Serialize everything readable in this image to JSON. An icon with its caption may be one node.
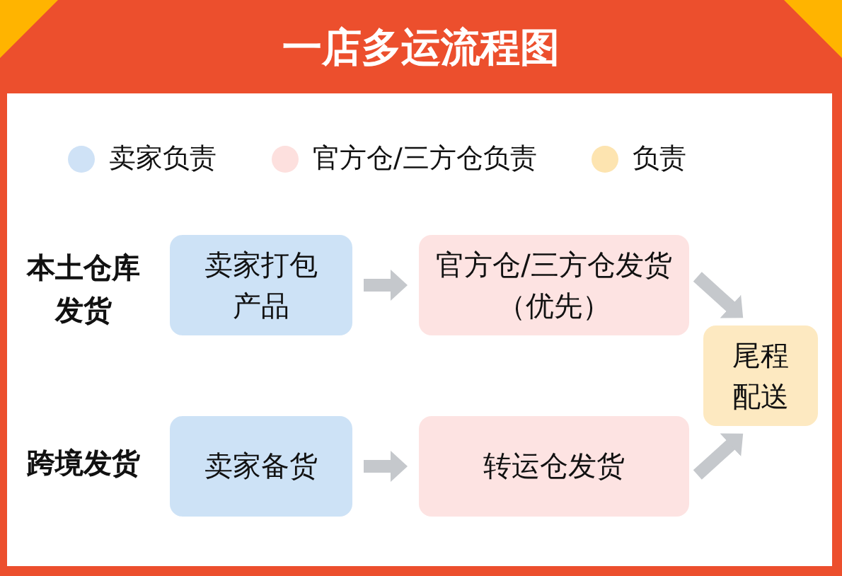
{
  "diagram": {
    "title": "一店多运流程图",
    "nodes": [
      {
        "text": [
          "卖家打包产品"
        ]
      },
      {
        "text": [
          "官方仓/三方仓发货（优先）"
        ]
      },
      {
        "text": [
          "尾程配送"
        ]
      },
      {
        "text": [
          "卖家备货"
        ]
      },
      {
        "text": [
          "转运仓发货"
        ]
      }
    ],
    "edges": [
      {
        "from": 0,
        "to": 1,
        "arrow": "to"
      },
      {
        "from": 1,
        "to": 2,
        "arrow": "to"
      },
      {
        "from": 3,
        "to": 4,
        "arrow": "to"
      },
      {
        "from": 4,
        "to": 2,
        "arrow": "to"
      }
    ],
    "labels": [
      "本土仓库发货",
      "跨境发货"
    ],
    "legend": [
      {
        "text": "卖家负责",
        "color": "#cfe2f6"
      },
      {
        "text": "官方仓/三方仓负责",
        "color": "#fde0de"
      },
      {
        "text": "负责",
        "color": "#fde4b0"
      }
    ]
  }
}
